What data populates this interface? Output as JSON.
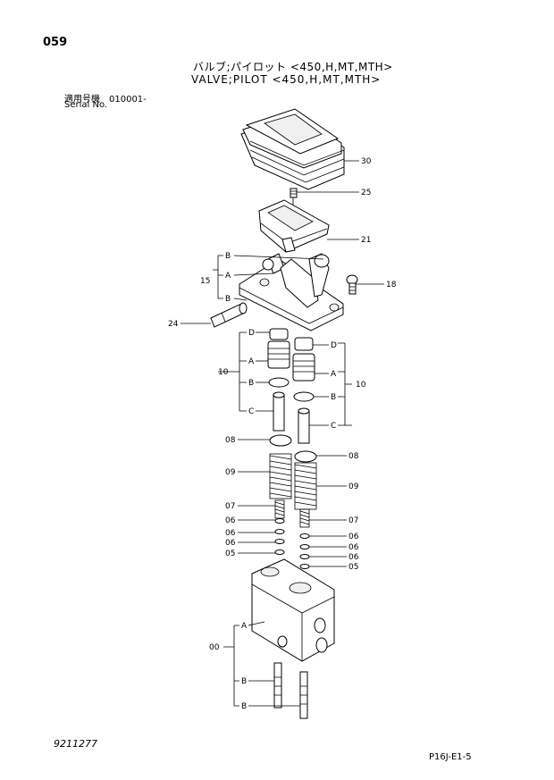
{
  "header": {
    "page_number": "059",
    "title_jp": "バルブ;パイロット <450,H,MT,MTH>",
    "title_en": "VALVE;PILOT <450,H,MT,MTH>",
    "serial_jp": "適用号機　010001-",
    "serial_en": "Serial No."
  },
  "footer": {
    "doc_code": "9211277",
    "page_ref": "P16J-E1-5"
  },
  "callouts": {
    "c30": "30",
    "c25": "25",
    "c21": "21",
    "c18": "18",
    "c15": "15",
    "c24": "24",
    "c10l": "10",
    "c10r": "10",
    "c08l": "08",
    "c08r": "08",
    "c09l": "09",
    "c09r": "09",
    "c07l": "07",
    "c07r": "07",
    "c06l1": "06",
    "c06l2": "06",
    "c06l3": "06",
    "c06r1": "06",
    "c06r2": "06",
    "c06r3": "06",
    "c05l": "05",
    "c05r": "05",
    "c00": "00"
  },
  "sublabels": {
    "s15B1": "B",
    "s15A": "A",
    "s15B2": "B",
    "s10lD": "D",
    "s10lA": "A",
    "s10lB": "B",
    "s10lC": "C",
    "s10rD": "D",
    "s10rA": "A",
    "s10rB": "B",
    "s10rC": "C",
    "s00A": "A",
    "s00B1": "B",
    "s00B2": "B"
  }
}
